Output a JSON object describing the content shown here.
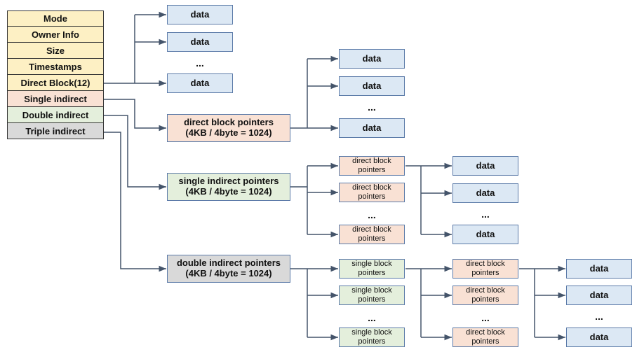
{
  "inode": {
    "mode": "Mode",
    "owner": "Owner Info",
    "size": "Size",
    "timestamps": "Timestamps",
    "direct": "Direct Block(12)",
    "single": "Single indirect",
    "double": "Double indirect",
    "triple": "Triple indirect"
  },
  "labels": {
    "data": "data",
    "ellipsis": "...",
    "direct_block_pointers": "direct block pointers",
    "single_indirect_pointers": "single indirect pointers",
    "double_indirect_pointers": "double indirect pointers",
    "size_note": "(4KB / 4byte = 1024)",
    "direct_block": "direct block pointers",
    "single_block": "single block pointers"
  },
  "colors": {
    "yellow": "#fdf0c4",
    "pink": "#f9e1d4",
    "green": "#e4efdc",
    "gray": "#d9d9d9",
    "blue": "#dce8f4",
    "line": "#44546a"
  }
}
